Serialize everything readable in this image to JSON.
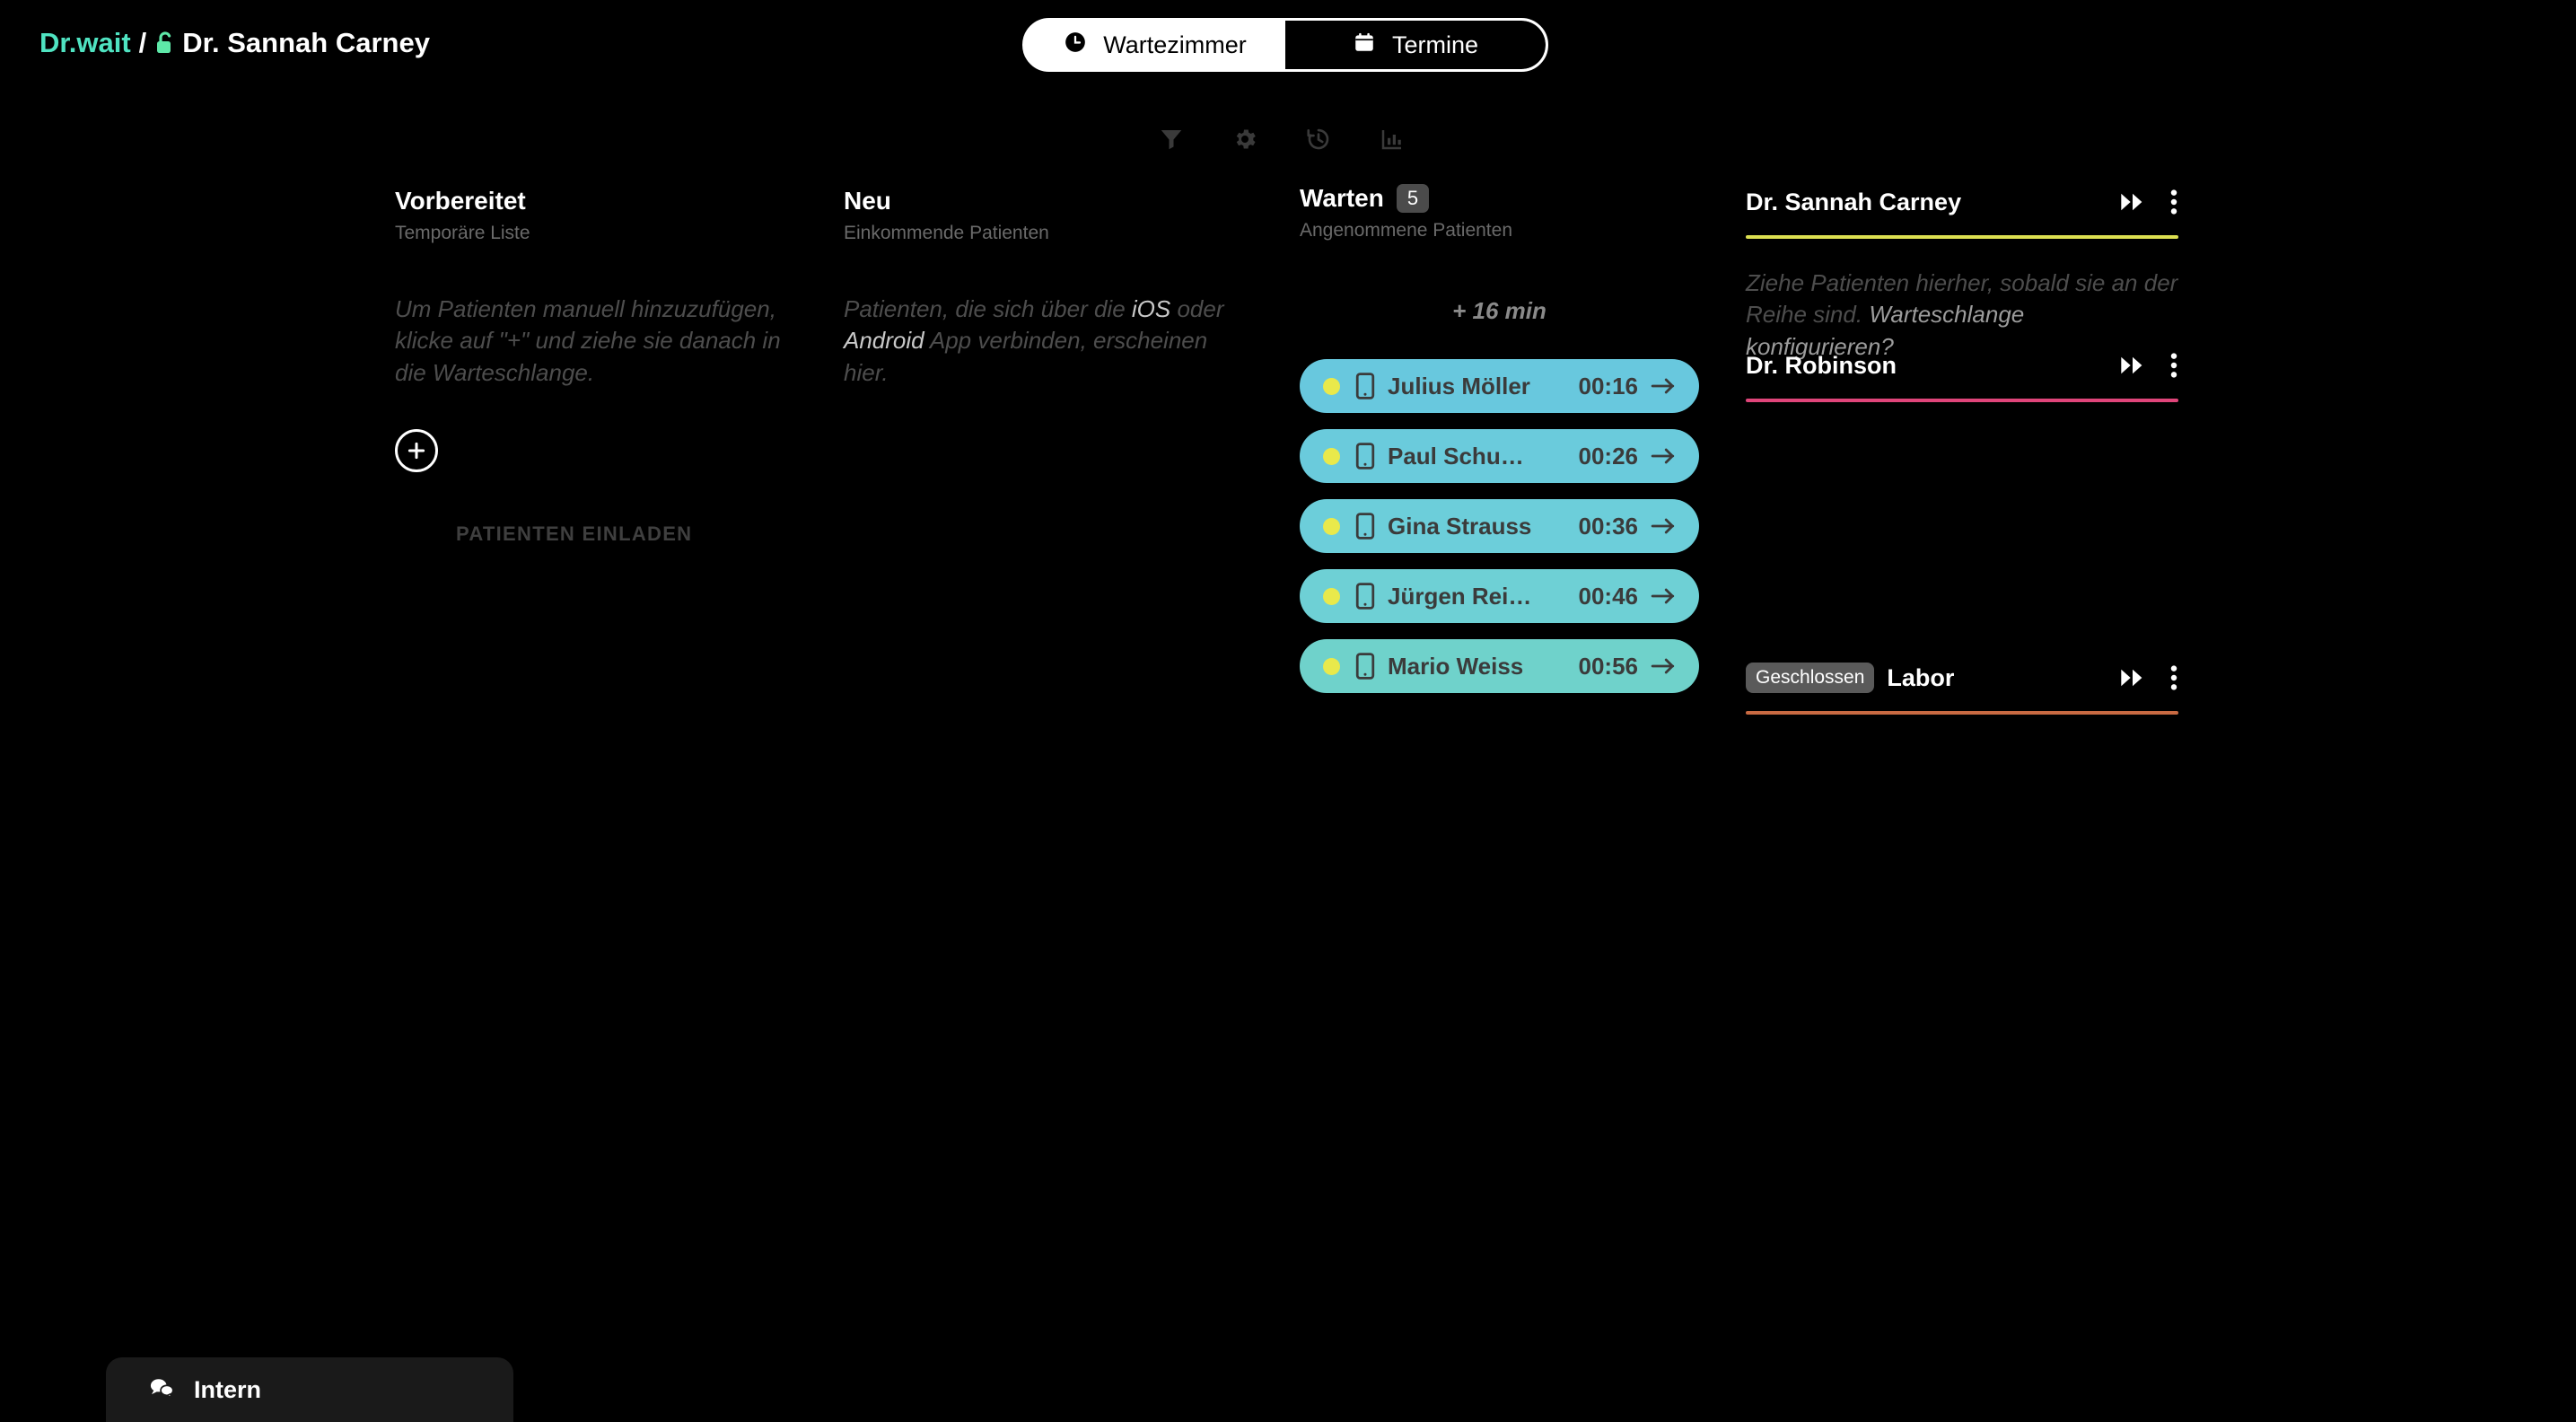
{
  "header": {
    "brand": "Dr.wait",
    "separator": "/",
    "lock_icon": "unlocked-padlock-icon",
    "user": "Dr. Sannah Carney",
    "brand_color": "#4FE3C1",
    "lock_color": "#5EE8A8"
  },
  "view_toggle": {
    "options": [
      {
        "label": "Wartezimmer",
        "icon": "clock-icon",
        "active": true
      },
      {
        "label": "Termine",
        "icon": "calendar-icon",
        "active": false
      }
    ]
  },
  "toolbar": {
    "icons": [
      {
        "name": "filter-icon",
        "label": "Filter"
      },
      {
        "name": "gear-icon",
        "label": "Einstellungen"
      },
      {
        "name": "history-icon",
        "label": "Verlauf"
      },
      {
        "name": "bar-chart-icon",
        "label": "Statistik"
      }
    ],
    "icon_color": "#3a3a3a"
  },
  "columns": {
    "prepared": {
      "title": "Vorbereitet",
      "subtitle": "Temporäre Liste",
      "note": "Um Patienten manuell hinzuzufügen, klicke auf \"+\" und ziehe sie danach in die Warteschlange.",
      "add_icon": "plus-icon",
      "invite_label": "PATIENTEN EINLADEN"
    },
    "new": {
      "title": "Neu",
      "subtitle": "Einkommende Patienten",
      "note_part1": "Patienten, die sich über die ",
      "note_ios": "iOS",
      "note_part2": " oder ",
      "note_android": "Android",
      "note_part3": " App verbinden, erscheinen hier."
    },
    "waiting": {
      "title": "Warten",
      "count": "5",
      "subtitle": "Angenommene Patienten",
      "eta": "+ 16 min",
      "patients": [
        {
          "name": "Julius Möller",
          "time": "00:16",
          "status_color": "#E9E94B",
          "pill_color": "#68C8DE",
          "device_icon": "phone-icon",
          "action_icon": "arrow-right-icon"
        },
        {
          "name": "Paul Schu…",
          "time": "00:26",
          "status_color": "#E9E94B",
          "pill_color": "#6ACBDC",
          "device_icon": "phone-icon",
          "action_icon": "arrow-right-icon"
        },
        {
          "name": "Gina Strauss",
          "time": "00:36",
          "status_color": "#E9E94B",
          "pill_color": "#6CCEDA",
          "device_icon": "phone-icon",
          "action_icon": "arrow-right-icon"
        },
        {
          "name": "Jürgen Rei…",
          "time": "00:46",
          "status_color": "#E9E94B",
          "pill_color": "#6ED0D5",
          "device_icon": "phone-icon",
          "action_icon": "arrow-right-icon"
        },
        {
          "name": "Mario Weiss",
          "time": "00:56",
          "status_color": "#E9E94B",
          "pill_color": "#6FD2CB",
          "device_icon": "phone-icon",
          "action_icon": "arrow-right-icon"
        }
      ]
    },
    "rooms": [
      {
        "name": "Dr. Sannah Carney",
        "badge": "",
        "bar_color": "#DDE051",
        "forward_icon": "fast-forward-icon",
        "menu_icon": "more-vertical-icon",
        "note": "Ziehe Patienten hierher, sobald sie an der Reihe sind.",
        "note_link": "Warteschlange konfigurieren?"
      },
      {
        "name": "Dr. Robinson",
        "badge": "",
        "bar_color": "#E0457A",
        "forward_icon": "fast-forward-icon",
        "menu_icon": "more-vertical-icon",
        "note": "",
        "note_link": ""
      },
      {
        "name": "Labor",
        "badge": "Geschlossen",
        "bar_color": "#C96A42",
        "forward_icon": "fast-forward-icon",
        "menu_icon": "more-vertical-icon",
        "note": "",
        "note_link": ""
      }
    ]
  },
  "intern": {
    "label": "Intern",
    "icon": "chat-bubbles-icon"
  }
}
